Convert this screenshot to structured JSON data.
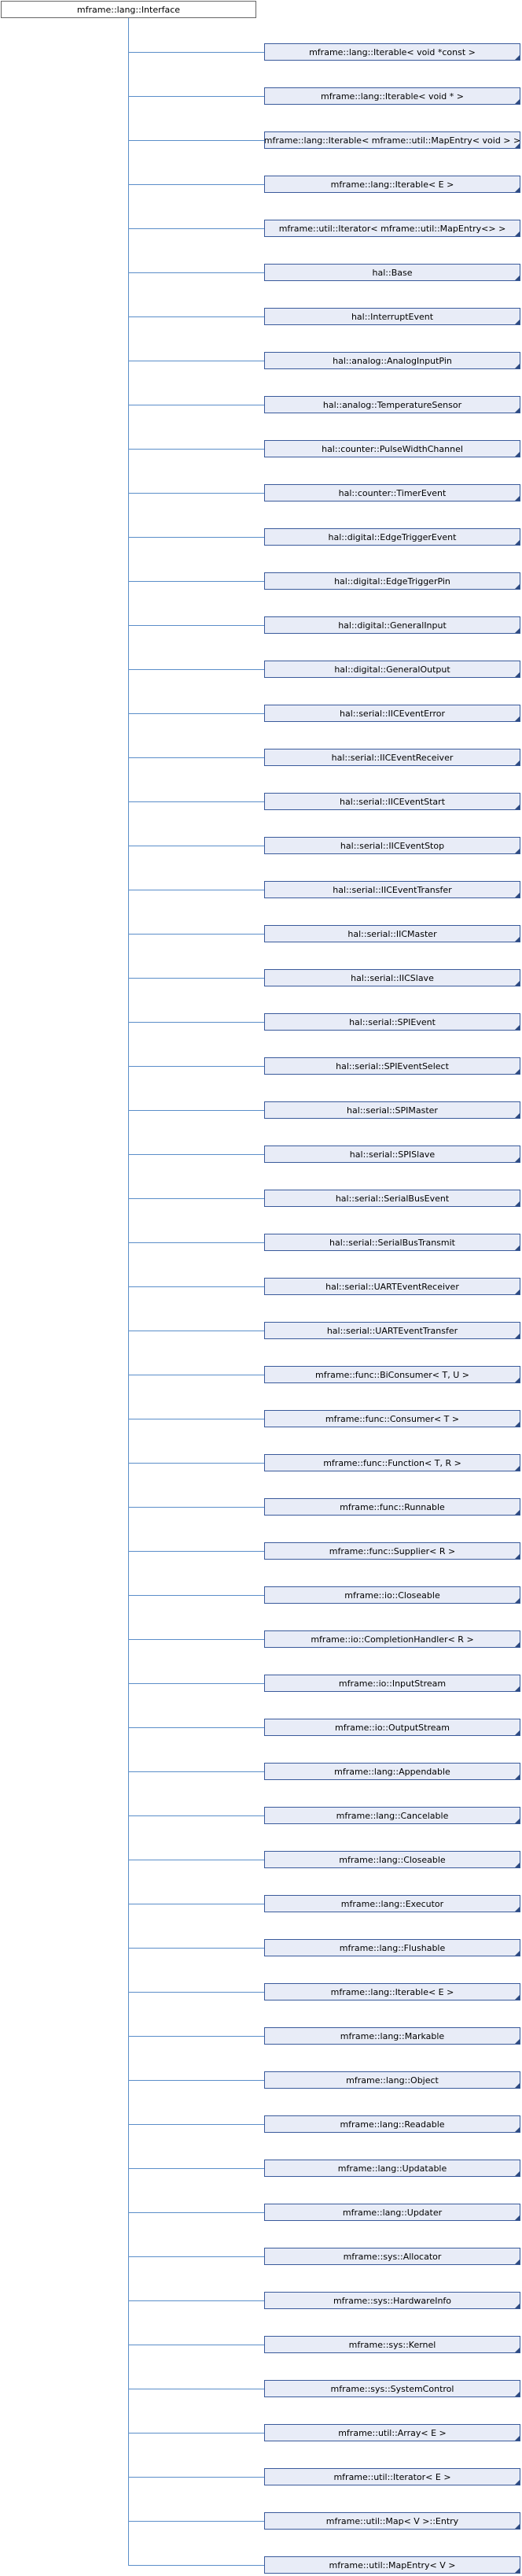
{
  "root": {
    "label": "mframe::lang::Interface"
  },
  "children": [
    "mframe::lang::Iterable< void *const >",
    "mframe::lang::Iterable< void * >",
    "mframe::lang::Iterable< mframe::util::MapEntry< void > >",
    "mframe::lang::Iterable< E >",
    "mframe::util::Iterator< mframe::util::MapEntry<> >",
    "hal::Base",
    "hal::InterruptEvent",
    "hal::analog::AnalogInputPin",
    "hal::analog::TemperatureSensor",
    "hal::counter::PulseWidthChannel",
    "hal::counter::TimerEvent",
    "hal::digital::EdgeTriggerEvent",
    "hal::digital::EdgeTriggerPin",
    "hal::digital::GeneralInput",
    "hal::digital::GeneralOutput",
    "hal::serial::IICEventError",
    "hal::serial::IICEventReceiver",
    "hal::serial::IICEventStart",
    "hal::serial::IICEventStop",
    "hal::serial::IICEventTransfer",
    "hal::serial::IICMaster",
    "hal::serial::IICSlave",
    "hal::serial::SPIEvent",
    "hal::serial::SPIEventSelect",
    "hal::serial::SPIMaster",
    "hal::serial::SPISlave",
    "hal::serial::SerialBusEvent",
    "hal::serial::SerialBusTransmit",
    "hal::serial::UARTEventReceiver",
    "hal::serial::UARTEventTransfer",
    "mframe::func::BiConsumer< T, U >",
    "mframe::func::Consumer< T >",
    "mframe::func::Function< T, R >",
    "mframe::func::Runnable",
    "mframe::func::Supplier< R >",
    "mframe::io::Closeable",
    "mframe::io::CompletionHandler< R >",
    "mframe::io::InputStream",
    "mframe::io::OutputStream",
    "mframe::lang::Appendable",
    "mframe::lang::Cancelable",
    "mframe::lang::Closeable",
    "mframe::lang::Executor",
    "mframe::lang::Flushable",
    "mframe::lang::Iterable< E >",
    "mframe::lang::Markable",
    "mframe::lang::Object",
    "mframe::lang::Readable",
    "mframe::lang::Updatable",
    "mframe::lang::Updater",
    "mframe::sys::Allocator",
    "mframe::sys::HardwareInfo",
    "mframe::sys::Kernel",
    "mframe::sys::SystemControl",
    "mframe::util::Array< E >",
    "mframe::util::Iterator< E >",
    "mframe::util::Map< V >::Entry",
    "mframe::util::MapEntry< V >"
  ],
  "colors": {
    "root_fill": "#ffffff",
    "root_border": "#666666",
    "child_fill": "#e8ecf7",
    "child_border": "#3a5a9b",
    "connector": "#5b8ec9"
  }
}
